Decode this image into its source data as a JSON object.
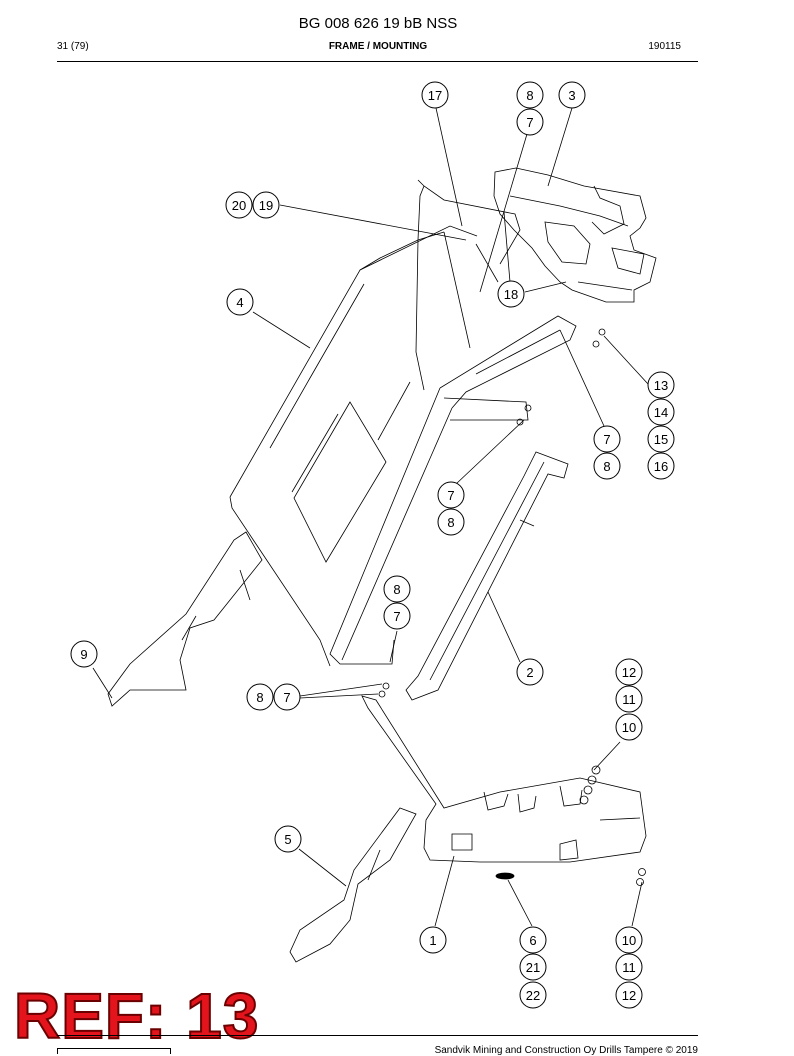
{
  "header": {
    "doc_title": "BG 008 626 19 bB NSS",
    "page": "31 (79)",
    "section": "FRAME / MOUNTING",
    "date": "190115"
  },
  "drawing": {
    "callouts": [
      "17",
      "8",
      "7",
      "3",
      "20",
      "19",
      "18",
      "4",
      "13",
      "14",
      "15",
      "7",
      "16",
      "8",
      "7",
      "8",
      "8",
      "7",
      "9",
      "2",
      "12",
      "11",
      "8",
      "7",
      "10",
      "5",
      "1",
      "6",
      "10",
      "21",
      "11",
      "22",
      "12"
    ]
  },
  "stamp": {
    "text": "REF: 13"
  },
  "footer": {
    "text": "Sandvik Mining and Construction Oy Drills Tampere © 2019"
  }
}
